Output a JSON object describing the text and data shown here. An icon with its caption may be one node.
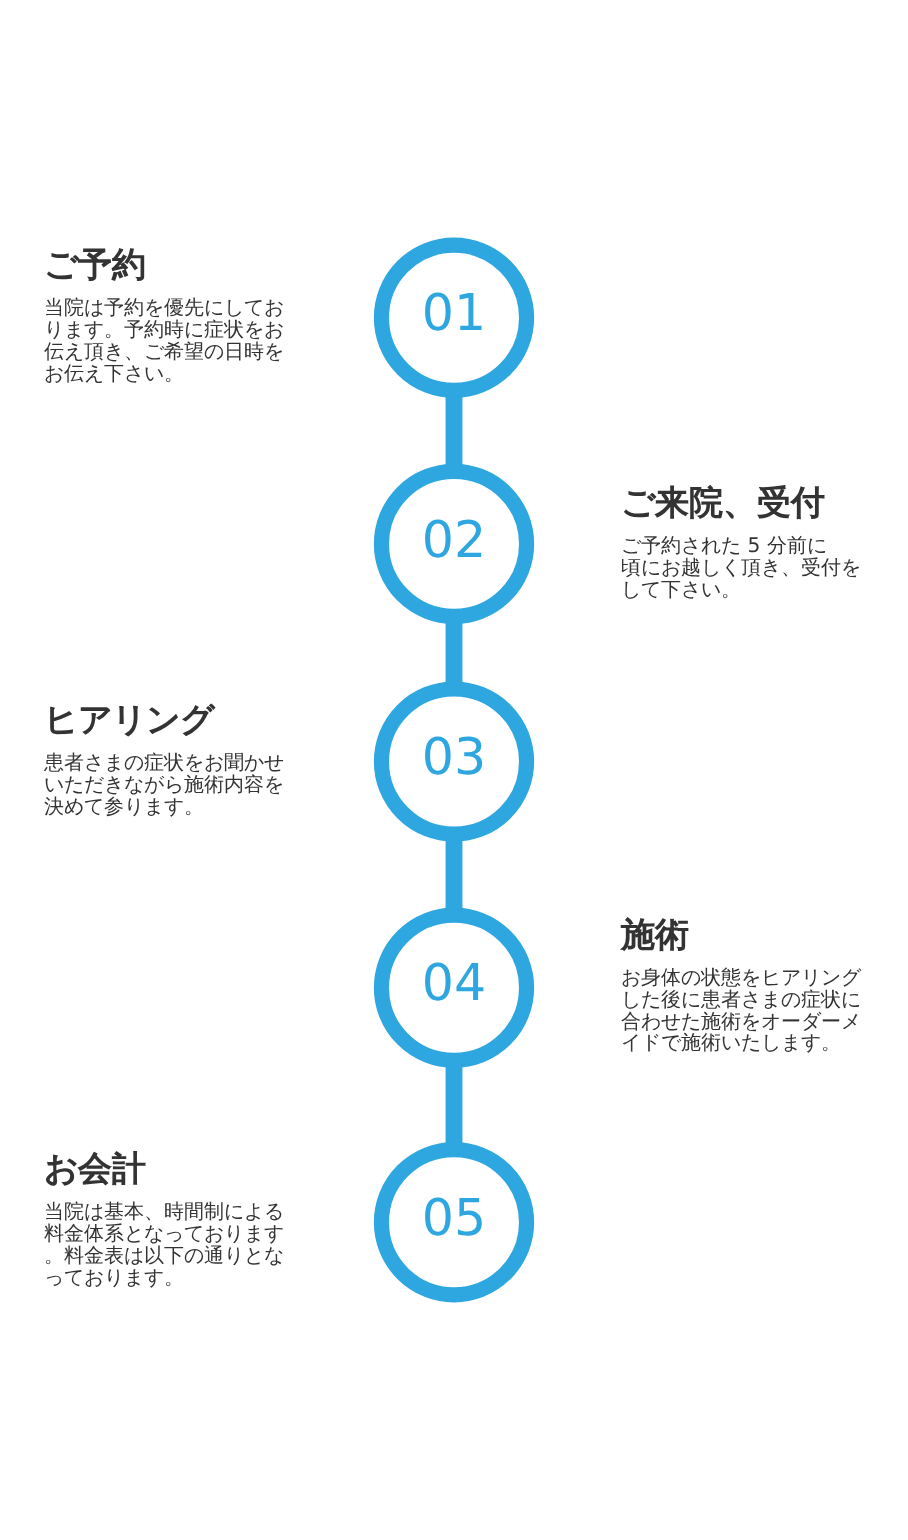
{
  "diagram": {
    "nodes": [
      {
        "text": [
          "01"
        ],
        "beside": [
          "ご予約",
          "当院は予約を優先にしております。予約時に症状をお伝え頂き、ご希望の日時をお伝え下さい。"
        ]
      },
      {
        "text": [
          "02"
        ],
        "beside": [
          "ご来院、受付",
          "ご予約された 5 分前に頃にお越しく頂き、受付をして下さい。"
        ]
      },
      {
        "text": [
          "03"
        ],
        "beside": [
          "ヒアリング",
          "患者さまの症状をお聞かせいただきながら施術内容を決めて参ります。"
        ]
      },
      {
        "text": [
          "04"
        ],
        "beside": [
          "施術",
          "お身体の状態をヒアリングした後に患者さまの症状に合わせた施術をオーダーメイドで施術いたします。"
        ]
      },
      {
        "text": [
          "05"
        ],
        "beside": [
          "お会計",
          "当院は基本、時間制による料金体系となっております。料金表は以下の通りとなっております。"
        ]
      }
    ],
    "edges": [
      {
        "from": 0,
        "to": 1,
        "arrow": "none"
      },
      {
        "from": 1,
        "to": 2,
        "arrow": "none"
      },
      {
        "from": 2,
        "to": 3,
        "arrow": "none"
      },
      {
        "from": 3,
        "to": 4,
        "arrow": "none"
      }
    ]
  }
}
